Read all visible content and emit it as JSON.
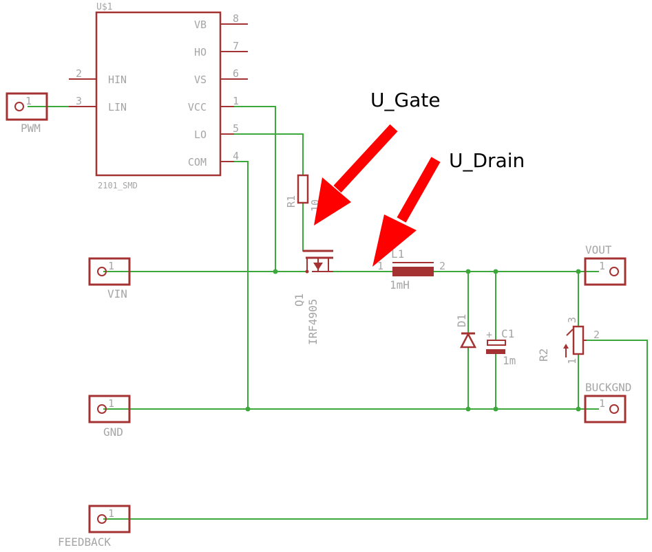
{
  "ic": {
    "ref": "U$1",
    "value": "2101_SMD",
    "pins_left": [
      {
        "num": "2",
        "name": "HIN"
      },
      {
        "num": "3",
        "name": "LIN"
      }
    ],
    "pins_right": [
      {
        "num": "8",
        "name": "VB"
      },
      {
        "num": "7",
        "name": "HO"
      },
      {
        "num": "6",
        "name": "VS"
      },
      {
        "num": "1",
        "name": "VCC"
      },
      {
        "num": "5",
        "name": "LO"
      },
      {
        "num": "4",
        "name": "COM"
      }
    ]
  },
  "connectors": {
    "pwm": {
      "name": "PWM",
      "pin": "1"
    },
    "vin": {
      "name": "VIN",
      "pin": "1"
    },
    "gnd": {
      "name": "GND",
      "pin": "1"
    },
    "feedback": {
      "name": "FEEDBACK",
      "pin": "1"
    },
    "vout": {
      "name": "VOUT",
      "pin": "1"
    },
    "buckgnd": {
      "name": "BUCKGND",
      "pin": "1"
    }
  },
  "parts": {
    "r1": {
      "ref": "R1",
      "value": "10"
    },
    "q1": {
      "ref": "Q1",
      "value": "IRF4905"
    },
    "l1": {
      "ref": "L1",
      "value": "1mH",
      "pin1": "1",
      "pin2": "2"
    },
    "d1": {
      "ref": "D1"
    },
    "c1": {
      "ref": "C1",
      "value": "1m",
      "polarity": "+"
    },
    "r2": {
      "ref": "R2",
      "pin1": "1",
      "pin2": "2",
      "pin3": "3"
    }
  },
  "annotations": {
    "gate": "U_Gate",
    "drain": "U_Drain"
  },
  "colors": {
    "wire": "#3ca83c",
    "symbol": "#a53232",
    "label": "#a5a5a5",
    "arrow": "#ff0000"
  }
}
